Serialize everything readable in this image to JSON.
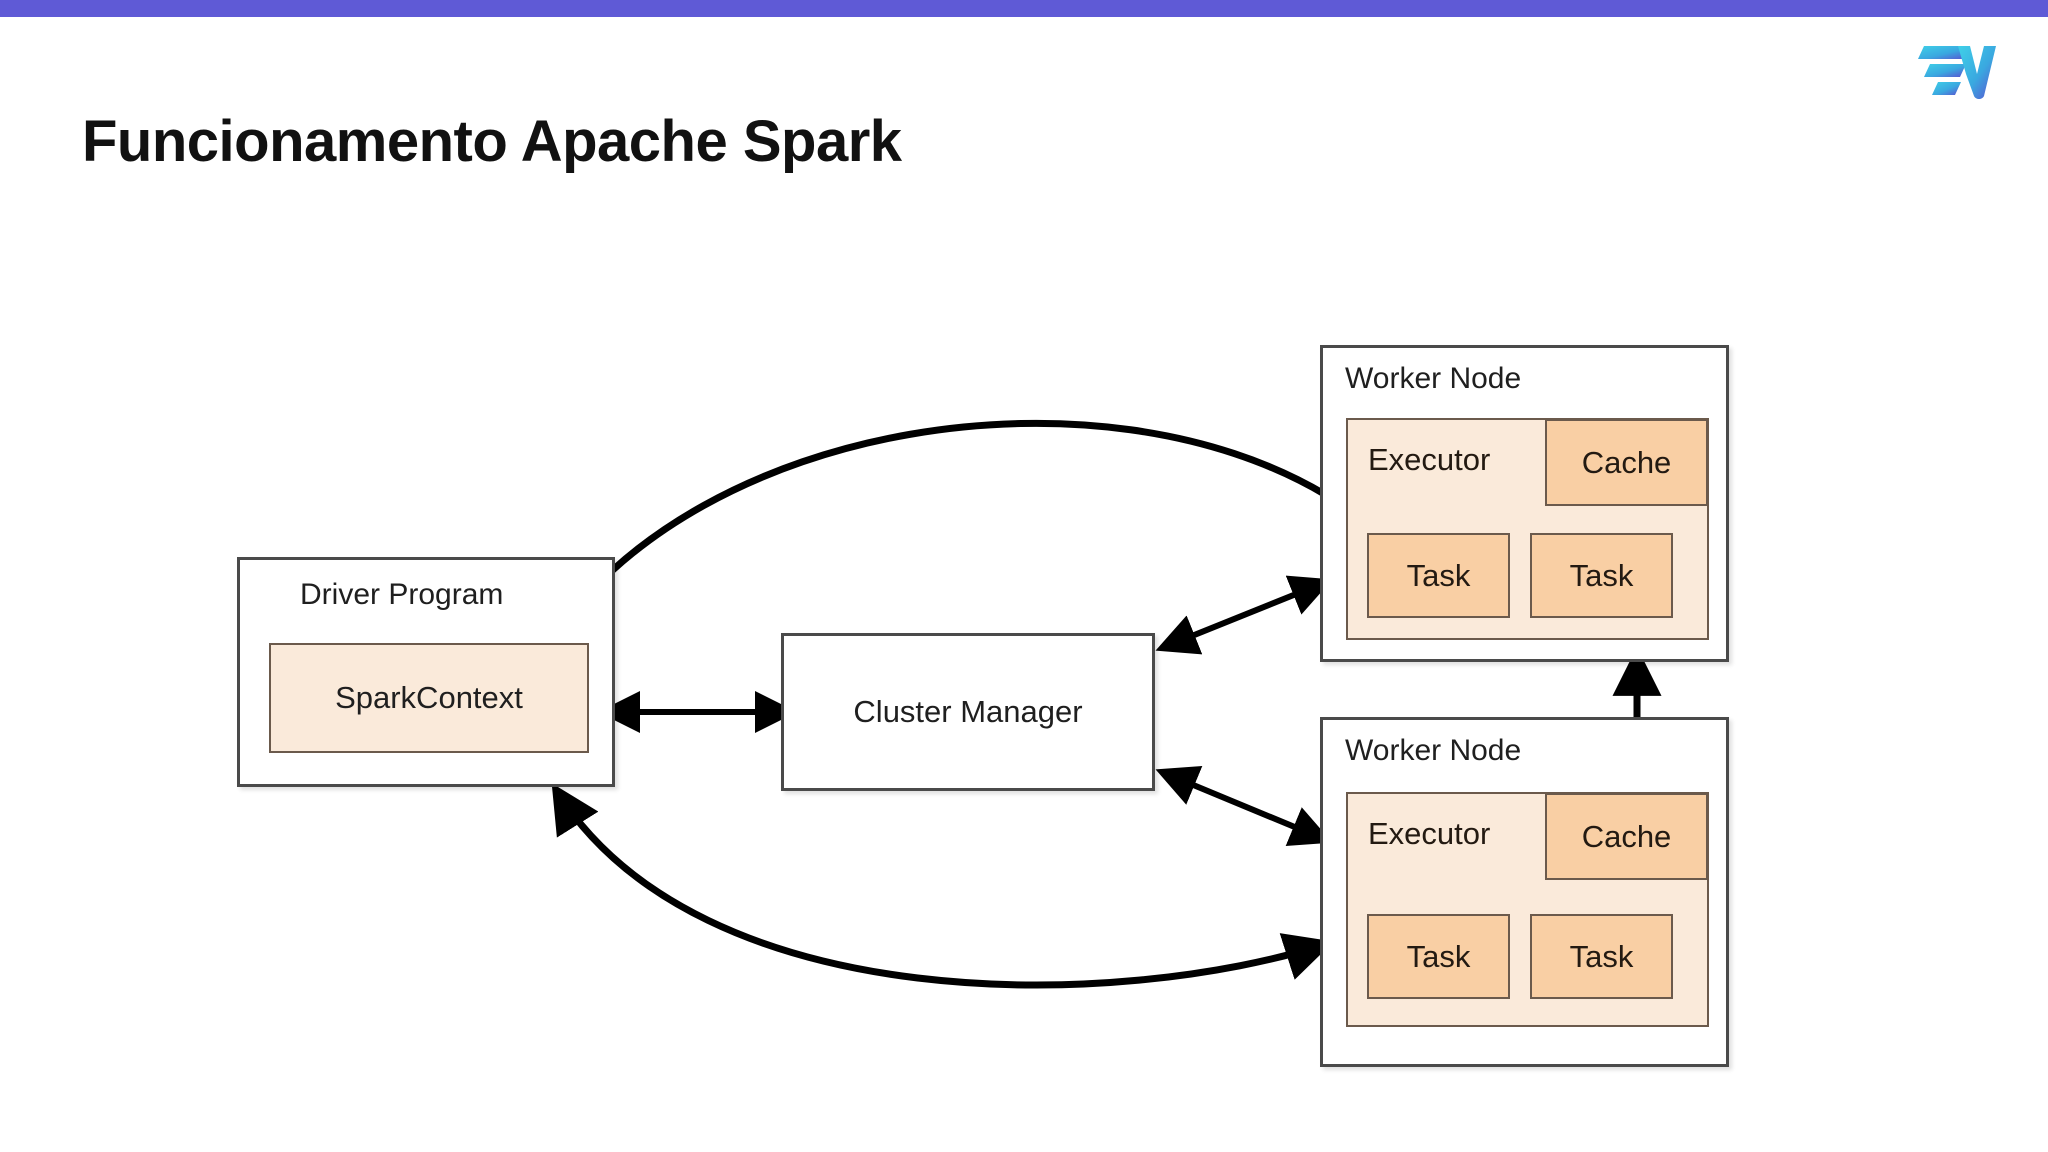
{
  "slide": {
    "title": "Funcionamento Apache Spark",
    "accent_color": "#5f5ad6",
    "background_color": "#ffffff"
  },
  "brand": {
    "logo_name": "w-wings-logo",
    "gradient_from": "#3fd0e8",
    "gradient_to": "#5b4fd0"
  },
  "diagram": {
    "type": "architecture-block-diagram",
    "driver_program": {
      "title": "Driver Program",
      "spark_context": "SparkContext"
    },
    "cluster_manager": {
      "title": "Cluster Manager"
    },
    "worker_nodes": [
      {
        "title": "Worker Node",
        "executor": "Executor",
        "cache": "Cache",
        "tasks": [
          "Task",
          "Task"
        ]
      },
      {
        "title": "Worker Node",
        "executor": "Executor",
        "cache": "Cache",
        "tasks": [
          "Task",
          "Task"
        ]
      }
    ],
    "colors": {
      "box_border": "#4a4a4a",
      "inner_border": "#6b5a4c",
      "executor_fill": "#faeada",
      "cache_fill": "#f9cfa4",
      "task_fill": "#f9cfa4",
      "arrow": "#000000"
    },
    "connections": [
      {
        "name": "sparkcontext-clustermanager",
        "from": "SparkContext",
        "to": "Cluster Manager",
        "style": "double-headed-straight"
      },
      {
        "name": "clustermanager-worker1",
        "from": "Cluster Manager",
        "to": "Worker Node 1",
        "style": "double-headed-straight"
      },
      {
        "name": "clustermanager-worker2",
        "from": "Cluster Manager",
        "to": "Worker Node 2",
        "style": "double-headed-straight"
      },
      {
        "name": "worker1-sparkcontext",
        "from": "Worker Node 1",
        "to": "SparkContext",
        "style": "curved-double-headed"
      },
      {
        "name": "worker2-sparkcontext",
        "from": "Worker Node 2",
        "to": "SparkContext",
        "style": "curved-double-headed"
      },
      {
        "name": "worker1-worker2",
        "from": "Worker Node 1",
        "to": "Worker Node 2",
        "style": "double-headed-vertical"
      }
    ]
  }
}
